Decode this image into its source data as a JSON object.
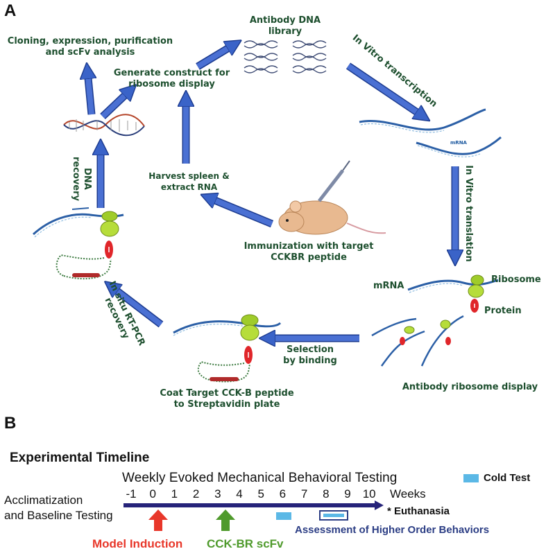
{
  "panel_a": {
    "label": "A",
    "antibody_library": "Antibody DNA library",
    "cloning": [
      "Cloning, expression, purification",
      "and scFv analysis"
    ],
    "generate_construct": [
      "Generate construct  for",
      "ribosome display"
    ],
    "in_vitro_transcription": "In Vitro transcription",
    "dna_recovery": [
      "DNA",
      "recovery"
    ],
    "harvest": [
      "Harvest spleen &",
      "extract RNA"
    ],
    "mrna_small": "mRNA",
    "in_vitro_translation": "In Vitro translation",
    "immunization": [
      "Immunization with target",
      "CCKBR peptide"
    ],
    "mrna": "mRNA",
    "ribosome": "Ribosome",
    "protein": "Protein",
    "rt_pcr": [
      "In situ RT-PCR",
      "recovery"
    ],
    "selection": [
      "Selection",
      "by binding"
    ],
    "coat": [
      "Coat Target CCK-B peptide",
      "to Streptavidin plate"
    ],
    "antibody_ribosome_display": "Antibody ribosome display"
  },
  "panel_b": {
    "label": "B",
    "title": "Experimental Timeline",
    "weekly": "Weekly Evoked Mechanical Behavioral Testing",
    "cold_test": "Cold Test",
    "acclimatization": [
      "Acclimatization",
      "and Baseline Testing"
    ],
    "ticks": [
      "-1",
      "0",
      "1",
      "2",
      "3",
      "4",
      "5",
      "6",
      "7",
      "8",
      "9",
      "10"
    ],
    "weeks": "Weeks",
    "euthanasia": "* Euthanasia",
    "model_induction": "Model Induction",
    "scfv": "CCK-BR scFv",
    "higher_order": "Assessment of Higher Order Behaviors"
  },
  "colors": {
    "arrow_blue": "#3a63c8",
    "label_green": "#1d4f2e",
    "timeline_navy": "#26237a",
    "cold_test_blue": "#5bb8e6",
    "model_red": "#e8372a",
    "scfv_green": "#4f9a2c",
    "higher_order_navy": "#2b3d84"
  }
}
